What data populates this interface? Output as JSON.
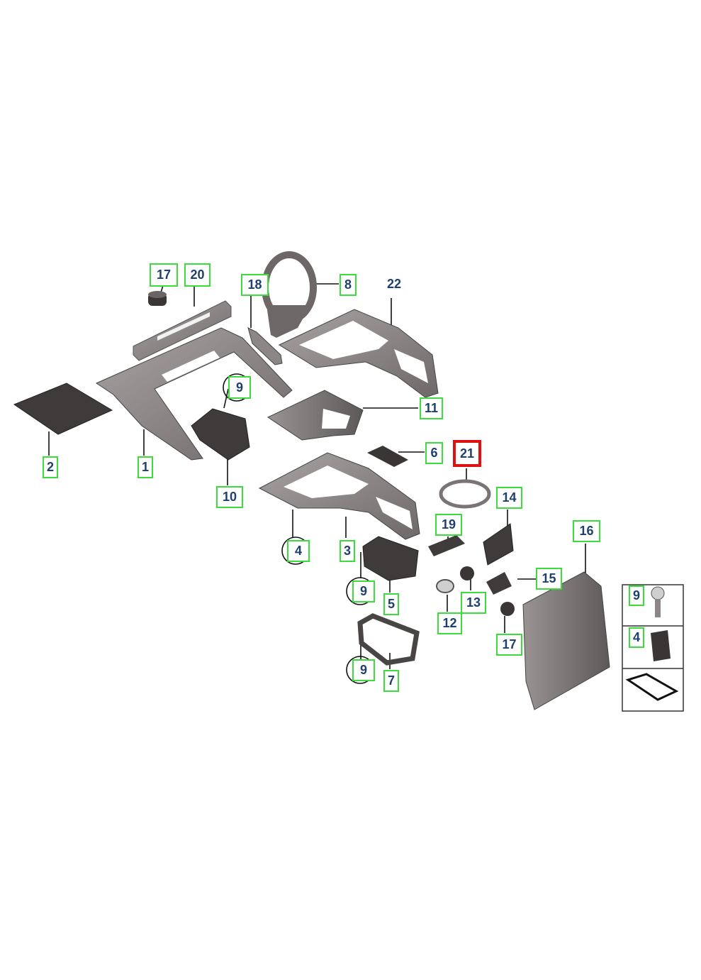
{
  "diagram": {
    "selected_part": "21",
    "callouts": [
      {
        "id": "c17a",
        "label": "17"
      },
      {
        "id": "c20",
        "label": "20"
      },
      {
        "id": "c18",
        "label": "18"
      },
      {
        "id": "c8",
        "label": "8"
      },
      {
        "id": "c22",
        "label": "22"
      },
      {
        "id": "c9a",
        "label": "9"
      },
      {
        "id": "c11",
        "label": "11"
      },
      {
        "id": "c2",
        "label": "2"
      },
      {
        "id": "c1",
        "label": "1"
      },
      {
        "id": "c10",
        "label": "10"
      },
      {
        "id": "c6",
        "label": "6"
      },
      {
        "id": "c21",
        "label": "21"
      },
      {
        "id": "c14",
        "label": "14"
      },
      {
        "id": "c19",
        "label": "19"
      },
      {
        "id": "c16",
        "label": "16"
      },
      {
        "id": "c4a",
        "label": "4"
      },
      {
        "id": "c3",
        "label": "3"
      },
      {
        "id": "c9b",
        "label": "9"
      },
      {
        "id": "c5",
        "label": "5"
      },
      {
        "id": "c15",
        "label": "15"
      },
      {
        "id": "c13",
        "label": "13"
      },
      {
        "id": "c12",
        "label": "12"
      },
      {
        "id": "c17b",
        "label": "17"
      },
      {
        "id": "c9c",
        "label": "9"
      },
      {
        "id": "c7",
        "label": "7"
      },
      {
        "id": "c9d",
        "label": "9"
      },
      {
        "id": "c4b",
        "label": "4"
      }
    ],
    "colors": {
      "callout_border": "#3ddc3d",
      "callout_text": "#1f3f6e",
      "selected_border": "#e01010",
      "part_fill": "#8c8686",
      "part_dark": "#3a3636"
    }
  }
}
